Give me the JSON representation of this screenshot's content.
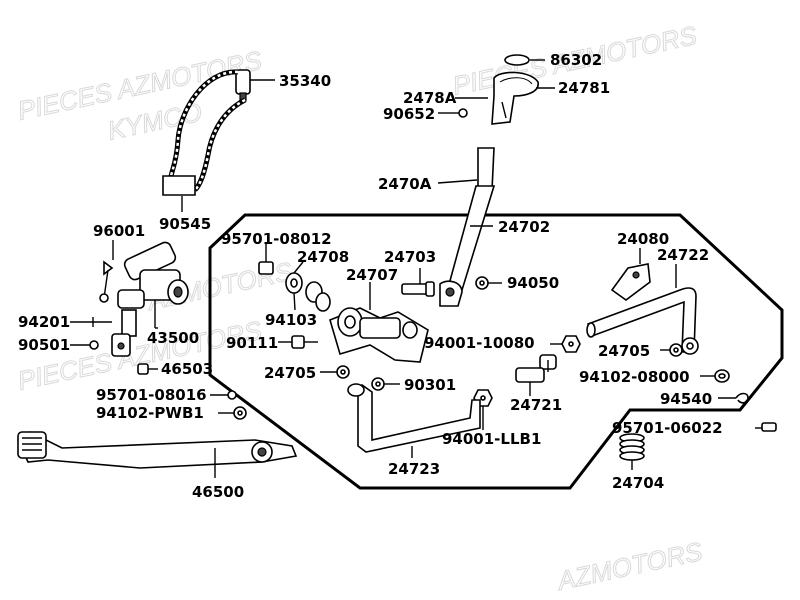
{
  "watermarks": [
    "PIECES AZMOTORS",
    "KYMCO",
    "PIECES AZMOTORS",
    "AZMOTORS",
    "PIECES AZMOTORS",
    "AZMOTORS"
  ],
  "labels": {
    "p35340": "35340",
    "p90545": "90545",
    "p96001": "96001",
    "p94201": "94201",
    "p90501": "90501",
    "p43500": "43500",
    "p46503": "46503",
    "p95701_08016": "95701-08016",
    "p94102_PWB1": "94102-PWB1",
    "p46500": "46500",
    "p86302": "86302",
    "p24781": "24781",
    "p2478A": "2478A",
    "p90652": "90652",
    "p2470A": "2470A",
    "p24702": "24702",
    "p95701_08012": "95701-08012",
    "p24708": "24708",
    "p24703": "24703",
    "p24707": "24707",
    "p94050": "94050",
    "p94103": "94103",
    "p90111": "90111",
    "p94001_10080": "94001-10080",
    "p24705a": "24705",
    "p90301": "90301",
    "p24721": "24721",
    "p94001_LLB1": "94001-LLB1",
    "p24723": "24723",
    "p24080": "24080",
    "p24722": "24722",
    "p24705b": "24705",
    "p94102_08000": "94102-08000",
    "p94540": "94540",
    "p95701_06022": "95701-06022",
    "p24704": "24704"
  }
}
